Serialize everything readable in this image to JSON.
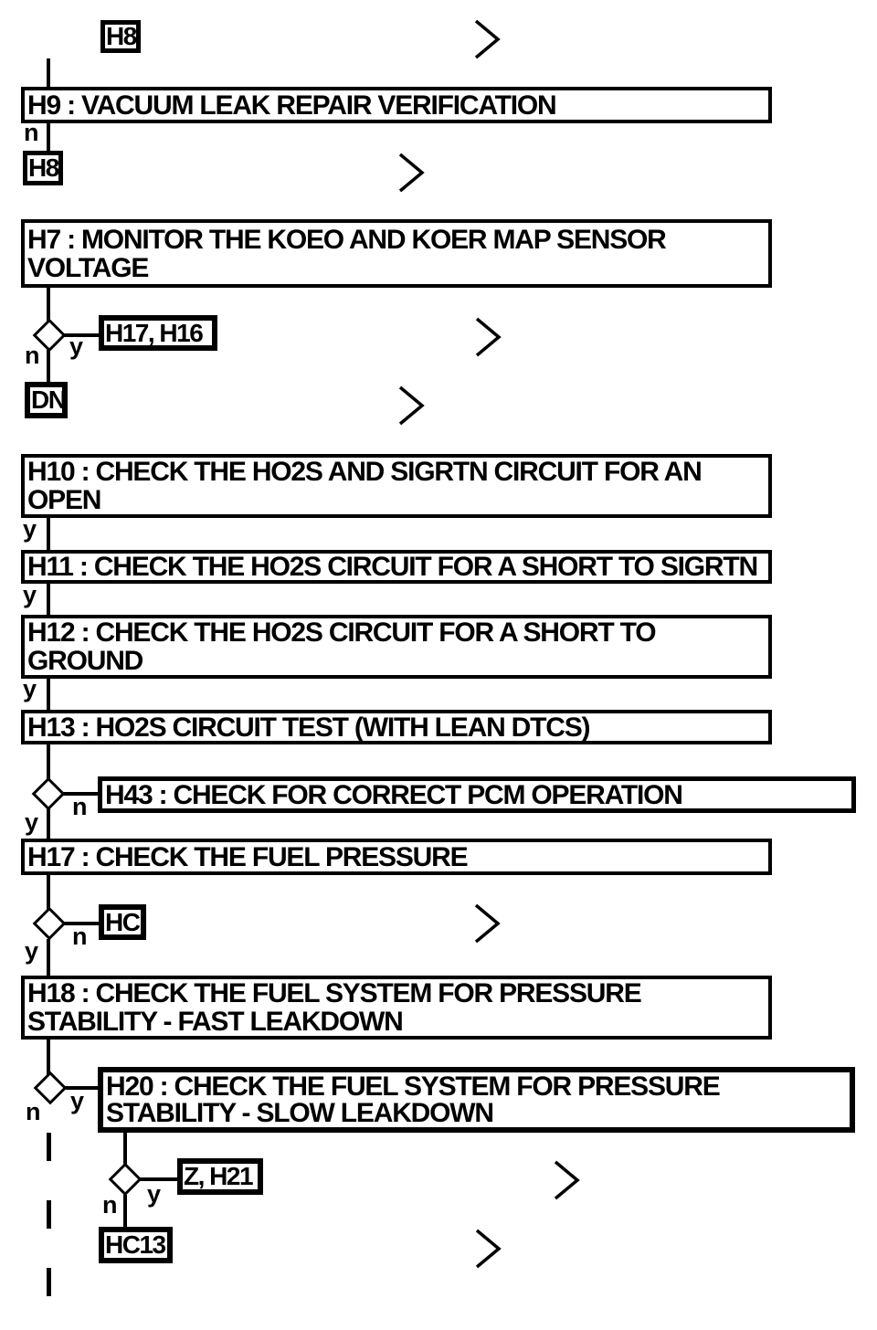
{
  "flowchart": {
    "colors": {
      "line": "#000000",
      "background": "#ffffff"
    },
    "labels": {
      "yes": "y",
      "no": "n"
    },
    "boxes": {
      "h8_top": "H8",
      "h9": "H9 : VACUUM LEAK REPAIR VERIFICATION",
      "h8_left": "H8",
      "h7_line1": "H7 : MONITOR THE KOEO AND KOER MAP SENSOR",
      "h7_line2": "VOLTAGE",
      "h17_h16": "H17, H16",
      "dn": "DN",
      "h10_line1": "H10 : CHECK THE HO2S AND SIGRTN CIRCUIT FOR AN",
      "h10_line2": "OPEN",
      "h11": "H11 : CHECK THE HO2S CIRCUIT FOR A SHORT TO SIGRTN",
      "h12_line1": "H12 : CHECK THE HO2S CIRCUIT FOR A SHORT TO",
      "h12_line2": "GROUND",
      "h13": "H13 : HO2S CIRCUIT TEST (WITH LEAN DTCS)",
      "h43": "H43 : CHECK FOR CORRECT PCM OPERATION",
      "h17": "H17 : CHECK THE FUEL PRESSURE",
      "hc": "HC",
      "h18_line1": "H18 : CHECK THE FUEL SYSTEM FOR PRESSURE",
      "h18_line2": "STABILITY - FAST LEAKDOWN",
      "h20_line1": "H20 : CHECK THE FUEL SYSTEM FOR PRESSURE",
      "h20_line2": "STABILITY - SLOW LEAKDOWN",
      "z_h21": "Z, H21",
      "hc13": "HC13"
    }
  }
}
